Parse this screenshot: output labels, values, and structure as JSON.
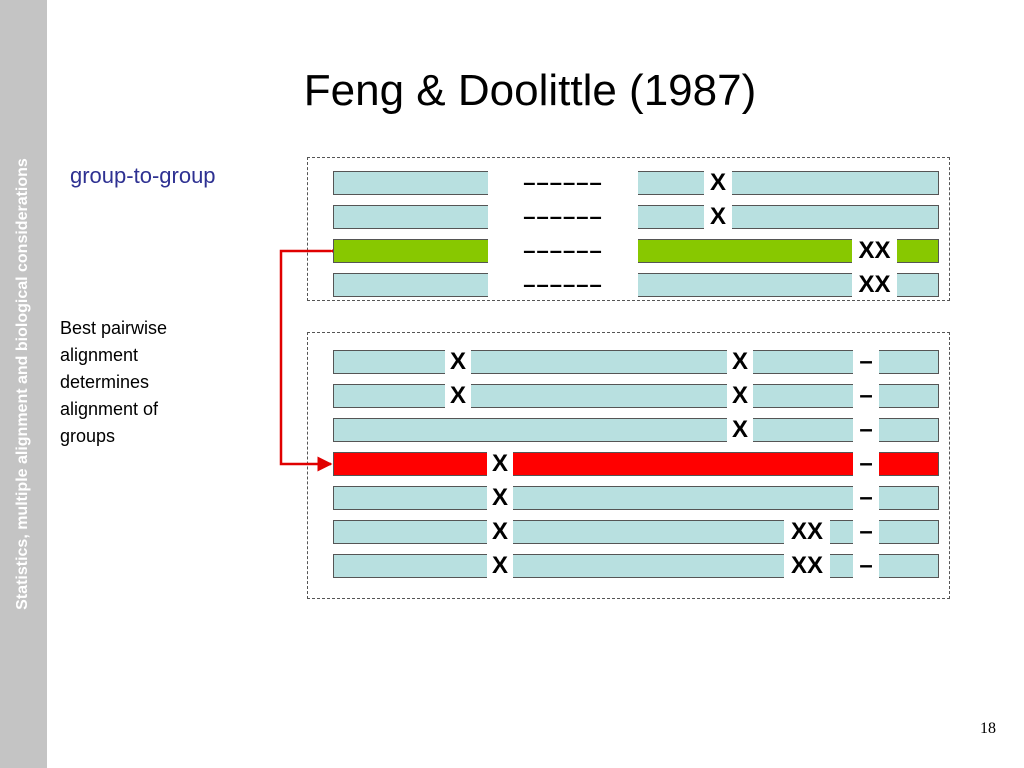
{
  "sidebar": {
    "text": "Statistics, multiple alignment and biological considerations"
  },
  "slide": {
    "title": "Feng & Doolittle (1987)",
    "group_label": "group-to-group",
    "description_lines": [
      "Best pairwise",
      "alignment",
      "determines",
      "alignment of",
      "groups"
    ],
    "page_number": "18"
  },
  "colors": {
    "sequence_bar": "#b8e0e0",
    "highlight_top": "#88c800",
    "highlight_bottom": "#ff0000",
    "arrow": "#e00000",
    "label_text": "#2e3192"
  },
  "top_group": {
    "rows": [
      {
        "type": "normal",
        "marks": [
          "––––––",
          "X"
        ]
      },
      {
        "type": "normal",
        "marks": [
          "––––––",
          "X"
        ]
      },
      {
        "type": "green",
        "marks": [
          "––––––",
          "XX"
        ]
      },
      {
        "type": "normal",
        "marks": [
          "––––––",
          "XX"
        ]
      }
    ]
  },
  "bottom_group": {
    "rows": [
      {
        "type": "normal",
        "marks": [
          "X",
          "X",
          "–"
        ]
      },
      {
        "type": "normal",
        "marks": [
          "X",
          "X",
          "–"
        ]
      },
      {
        "type": "normal",
        "marks": [
          "X",
          "–"
        ]
      },
      {
        "type": "red",
        "marks": [
          "X",
          "–"
        ]
      },
      {
        "type": "normal",
        "marks": [
          "X",
          "–"
        ]
      },
      {
        "type": "normal",
        "marks": [
          "X",
          "XX",
          "–"
        ]
      },
      {
        "type": "normal",
        "marks": [
          "X",
          "XX",
          "–"
        ]
      }
    ]
  }
}
